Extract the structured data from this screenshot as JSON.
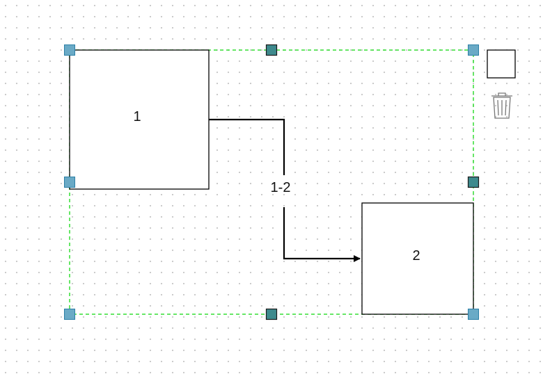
{
  "diagram": {
    "nodes": [
      {
        "id": "node-1",
        "label": "1"
      },
      {
        "id": "node-2",
        "label": "2"
      }
    ],
    "edges": [
      {
        "id": "edge-1-2",
        "from": "node-1",
        "to": "node-2",
        "label": "1-2"
      }
    ],
    "selection": {
      "color": "#33dd33",
      "handle_color": "#6aaac6"
    },
    "toolbar": {
      "items": [
        {
          "icon": "square-shape-icon"
        },
        {
          "icon": "trash-icon"
        }
      ]
    }
  }
}
